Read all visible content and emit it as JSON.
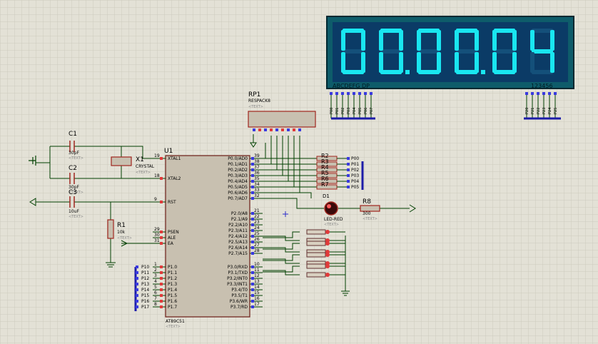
{
  "display": {
    "digits": "00.00.04",
    "seg_label": "ABCDEFG  DP",
    "dig_label": "123456",
    "seg_pins": [
      "P00",
      "P01",
      "P02",
      "P03",
      "P04",
      "P05",
      "P06",
      "P07"
    ],
    "dig_pins": [
      "P20",
      "P21",
      "P22",
      "P23",
      "P24",
      "P25"
    ]
  },
  "components": {
    "c1": {
      "ref": "C1",
      "value": "30pF",
      "text": "<TEXT>"
    },
    "c2": {
      "ref": "C2",
      "value": "30pF",
      "text": "<TEXT>"
    },
    "c3": {
      "ref": "C3",
      "value": "10uF",
      "text": "<TEXT>"
    },
    "x1": {
      "ref": "X1",
      "value": "CRYSTAL",
      "text": "<TEXT>"
    },
    "r1": {
      "ref": "R1",
      "value": "10k",
      "text": "<TEXT>"
    },
    "r8": {
      "ref": "R8",
      "value": "300",
      "text": "<TEXT>"
    },
    "rp1": {
      "ref": "RP1",
      "value": "RESPACK8",
      "text": "<TEXT>"
    },
    "led": {
      "ref": "D1",
      "value": "LED-RED",
      "text": "<TEXT>"
    },
    "u1": {
      "ref": "U1",
      "value": "AT89C51",
      "text": "<TEXT>"
    },
    "resistors": [
      "R2",
      "R3",
      "R4",
      "R5",
      "R6",
      "R7"
    ]
  },
  "mcu": {
    "left_pins": [
      {
        "num": "19",
        "name": "XTAL1"
      },
      {
        "num": "18",
        "name": "XTAL2"
      },
      {
        "num": "9",
        "name": "RST"
      },
      {
        "num": "29",
        "name": "PSEN"
      },
      {
        "num": "30",
        "name": "ALE"
      },
      {
        "num": "31",
        "name": "EA"
      },
      {
        "num": "1",
        "name": "P1.0"
      },
      {
        "num": "2",
        "name": "P1.1"
      },
      {
        "num": "3",
        "name": "P1.2"
      },
      {
        "num": "4",
        "name": "P1.3"
      },
      {
        "num": "5",
        "name": "P1.4"
      },
      {
        "num": "6",
        "name": "P1.5"
      },
      {
        "num": "7",
        "name": "P1.6"
      },
      {
        "num": "8",
        "name": "P1.7"
      }
    ],
    "right_pins": [
      {
        "num": "39",
        "name": "P0.0/AD0"
      },
      {
        "num": "38",
        "name": "P0.1/AD1"
      },
      {
        "num": "37",
        "name": "P0.2/AD2"
      },
      {
        "num": "36",
        "name": "P0.3/AD3"
      },
      {
        "num": "35",
        "name": "P0.4/AD4"
      },
      {
        "num": "34",
        "name": "P0.5/AD5"
      },
      {
        "num": "33",
        "name": "P0.6/AD6"
      },
      {
        "num": "32",
        "name": "P0.7/AD7"
      },
      {
        "num": "21",
        "name": "P2.0/A8"
      },
      {
        "num": "22",
        "name": "P2.1/A9"
      },
      {
        "num": "23",
        "name": "P2.2/A10"
      },
      {
        "num": "24",
        "name": "P2.3/A11"
      },
      {
        "num": "25",
        "name": "P2.4/A12"
      },
      {
        "num": "26",
        "name": "P2.5/A13"
      },
      {
        "num": "27",
        "name": "P2.6/A14"
      },
      {
        "num": "28",
        "name": "P2.7/A15"
      },
      {
        "num": "10",
        "name": "P3.0/RXD"
      },
      {
        "num": "11",
        "name": "P3.1/TXD"
      },
      {
        "num": "12",
        "name": "P3.2/INT0"
      },
      {
        "num": "13",
        "name": "P3.3/INT1"
      },
      {
        "num": "14",
        "name": "P3.4/T0"
      },
      {
        "num": "15",
        "name": "P3.5/T1"
      },
      {
        "num": "16",
        "name": "P3.6/WR"
      },
      {
        "num": "17",
        "name": "P3.7/RD"
      }
    ]
  },
  "nets": {
    "p0_labels": [
      "P00",
      "P01",
      "P02",
      "P03",
      "P04",
      "P05"
    ],
    "p1_labels": [
      "P10",
      "P11",
      "P12",
      "P13",
      "P14",
      "P15",
      "P16",
      "P17"
    ]
  },
  "colors": {
    "background": "#e3e1d6",
    "grid": "#cfcdbf",
    "wire": "#004000",
    "component_outline": "#a0261e",
    "ic_fill": "#c8c0b0",
    "display_frame": "#0e5c6a",
    "display_bg": "#0b3b66",
    "segment": "#19e6f0",
    "bus": "#1c1ca8",
    "pin_red": "#e03a3a",
    "pin_blue": "#3a3ae0"
  }
}
